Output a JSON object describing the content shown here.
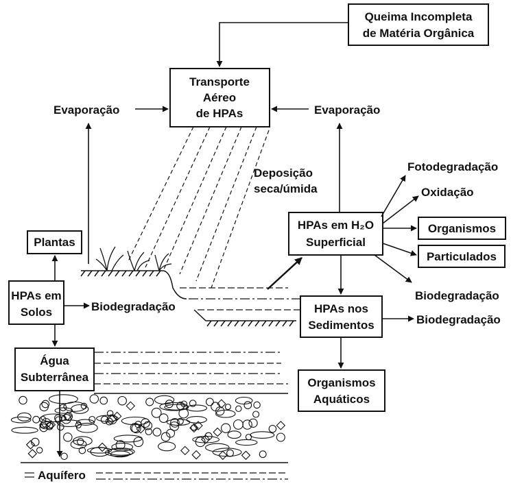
{
  "boxes": {
    "queima": [
      "Queima Incompleta",
      "de Matéria Orgânica"
    ],
    "transporte": [
      "Transporte",
      "Aéreo",
      "de HPAs"
    ],
    "plantas": "Plantas",
    "solos": [
      "HPAs em",
      "Solos"
    ],
    "agua_subterranea": [
      "Água",
      "Subterrânea"
    ],
    "h2o_superficial": [
      "HPAs em H₂O",
      "Superficial"
    ],
    "sedimentos": [
      "HPAs nos",
      "Sedimentos"
    ],
    "organismos_aquaticos": [
      "Organismos",
      "Aquáticos"
    ],
    "organismos": "Organismos",
    "particulados": "Particulados"
  },
  "labels": {
    "evaporacao_left": "Evaporação",
    "evaporacao_right": "Evaporação",
    "deposicao": [
      "Deposição",
      "seca/úmida"
    ],
    "fotodegradacao": "Fotodegradação",
    "oxidacao": "Oxidação",
    "biodegradacao_soil": "Biodegradação",
    "biodegradacao_water": "Biodegradação",
    "biodegradacao_sediment": "Biodegradação",
    "aquifero": "Aquífero"
  }
}
